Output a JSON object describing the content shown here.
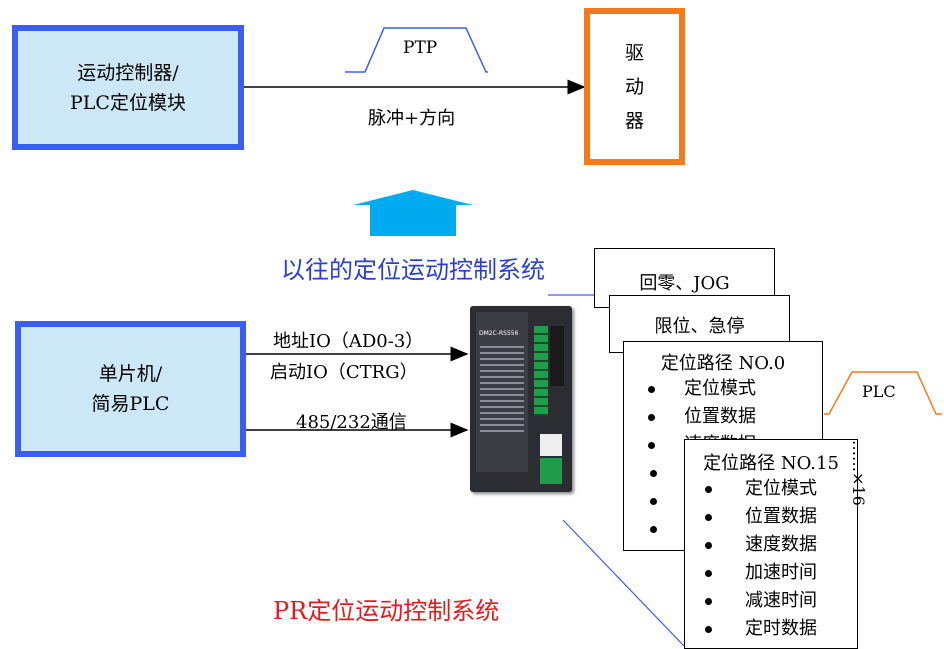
{
  "top": {
    "controller_lines": [
      "运动控制器/",
      "PLC定位模块"
    ],
    "driver_lines": [
      "驱",
      "动",
      "器"
    ],
    "ptp_label": "PTP",
    "signal_label": "脉冲+方向"
  },
  "caption_old": "以往的定位运动控制系统",
  "bottom": {
    "mcu_lines": [
      "单片机/",
      "简易PLC"
    ],
    "addr_io_label": "地址IO（AD0-3）",
    "start_io_label": "启动IO（CTRG）",
    "comm_label": "485/232通信",
    "driver_model": "DM2C-RS556",
    "card_home": "回零、JOG",
    "card_limit": "限位、急停",
    "path0_title": "定位路径 NO.0",
    "path0_items": [
      "定位模式",
      "位置数据",
      "速度数据"
    ],
    "path15_title": "定位路径 NO.15",
    "path15_items": [
      "定位模式",
      "位置数据",
      "速度数据",
      "加速时间",
      "减速时间",
      "定时数据"
    ],
    "plc_label": "PLC",
    "repeat_label": "……×16"
  },
  "caption_pr": "PR定位运动控制系统",
  "colors": {
    "box_border_blue": "#3b5ef0",
    "box_fill": "#cce8f6",
    "driver_border": "#f47a1e",
    "caption_old": "#2a3fd8",
    "caption_pr": "#e8181c",
    "arrow": "#00aaee"
  }
}
